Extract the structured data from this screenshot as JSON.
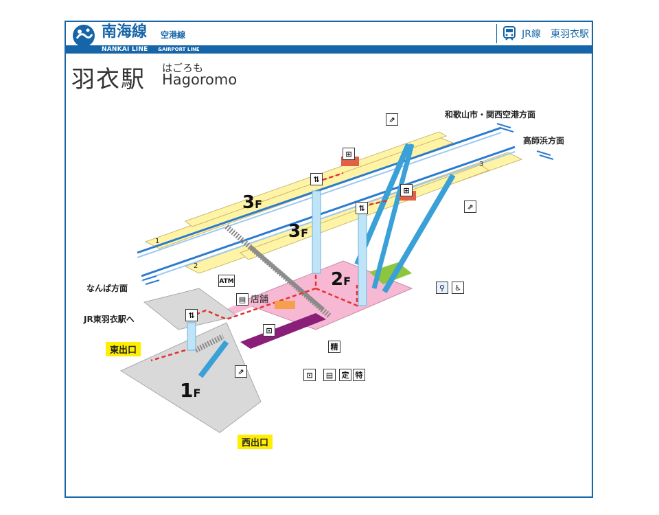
{
  "header": {
    "brand_ja": "南海線",
    "brand_sub": "空港線",
    "brand_en": "NANKAI LINE",
    "brand_en2": "&AIRPORT LINE",
    "jr_label": "JR線　東羽衣駅",
    "accent_color": "#1565a8"
  },
  "station": {
    "name_kanji": "羽衣駅",
    "name_kana": "はごろも",
    "name_roman": "Hagoromo"
  },
  "directions": {
    "wakayama": "和歌山市・関西空港方面",
    "takashinohama": "高師浜方面",
    "namba": "なんば方面",
    "jr_higashi": "JR東羽衣駅へ"
  },
  "floors": {
    "f3a_num": "3",
    "f3b_num": "3",
    "f2_num": "2",
    "f1_num": "1",
    "f_suffix": "F"
  },
  "platforms": {
    "p1": "1",
    "p2": "2",
    "p3": "3"
  },
  "facilities": {
    "shop": "店舗",
    "atm": "ATM",
    "fare_adjust": "精",
    "teiki": "定",
    "toku": "特"
  },
  "exits": {
    "east": "東出口",
    "west": "西出口"
  },
  "icons": [
    "escalator-icon",
    "elevator-icon",
    "ticket-gate-icon",
    "restroom-icon",
    "wheelchair-icon",
    "atm-icon",
    "locker-icon",
    "ticket-machine-icon",
    "train-icon"
  ]
}
